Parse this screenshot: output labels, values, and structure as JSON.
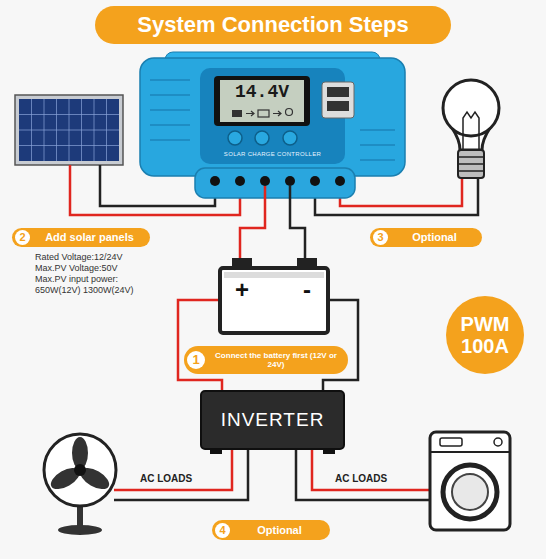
{
  "diagram": {
    "title": "System Connection Steps",
    "nodes": [
      {
        "text": [
          "14.4V",
          "SOLAR CHARGE CONTROLLER"
        ]
      },
      {
        "text": [
          "2",
          "Add solar panels"
        ]
      },
      {
        "text": [
          "3",
          "Optional"
        ]
      },
      {
        "text": [
          "+",
          "-"
        ]
      },
      {
        "text": [
          "PWM 100A"
        ]
      },
      {
        "text": [
          "1",
          "Connect the battery first (12V or 24V)"
        ]
      },
      {
        "text": [
          "INVERTER"
        ]
      },
      {
        "text": [
          "4",
          "Optional"
        ]
      }
    ],
    "edges": [
      {
        "from": 0,
        "to": 3,
        "arrow": "none"
      },
      {
        "from": 3,
        "to": 6,
        "arrow": "none"
      }
    ],
    "labels": [
      "Rated Voltage:12/24V",
      "Max.PV Voltage:50V",
      "Max.PV input power:",
      "650W(12V) 1300W(24V)",
      "AC LOADS",
      "AC LOADS"
    ]
  }
}
